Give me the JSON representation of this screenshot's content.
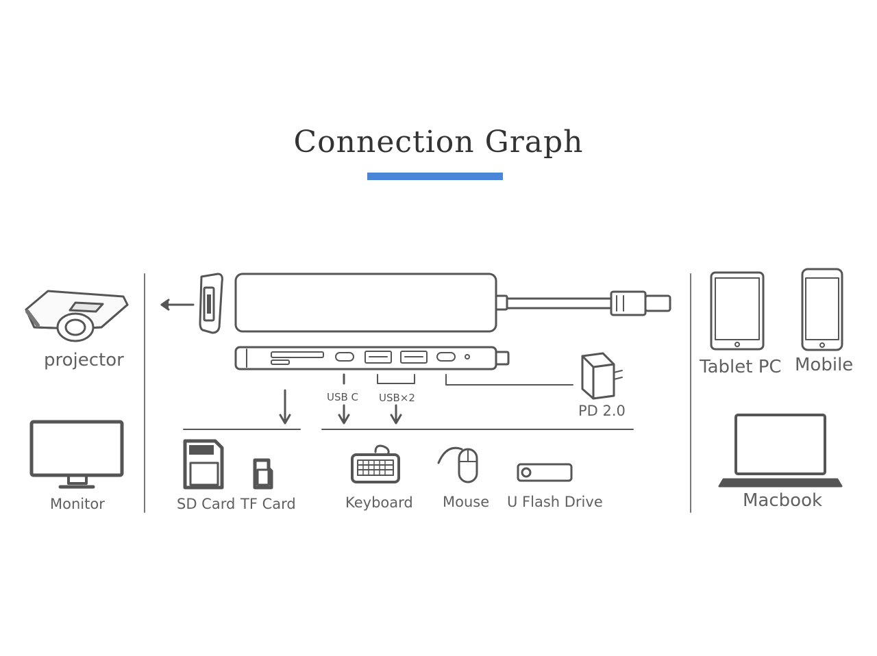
{
  "title": "Connection Graph",
  "accent_color": "#4a86d8",
  "devices": {
    "projector": "projector",
    "monitor": "Monitor",
    "sd_card": "SD Card",
    "tf_card": "TF Card",
    "keyboard": "Keyboard",
    "mouse": "Mouse",
    "flash_drive": "U Flash Drive",
    "tablet": "Tablet PC",
    "mobile": "Mobile",
    "macbook": "Macbook"
  },
  "ports": {
    "usb_c": "USB C",
    "usb_x2": "USB×2",
    "pd": "PD 2.0"
  }
}
